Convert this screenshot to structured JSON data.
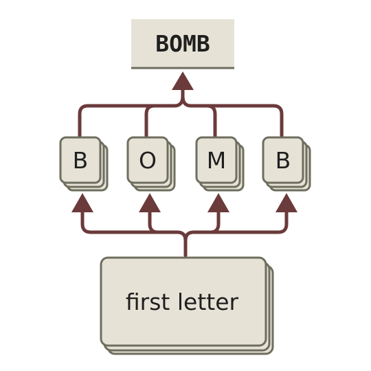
{
  "result": {
    "text": "BOMB"
  },
  "letters": [
    {
      "label": "B"
    },
    {
      "label": "O"
    },
    {
      "label": "M"
    },
    {
      "label": "B"
    }
  ],
  "source": {
    "label": "first letter"
  },
  "colors": {
    "wire": "#6b3a3a",
    "card_fill": "#e6e2d6",
    "card_stroke": "#6e6e5e",
    "text": "#1f1f1f"
  }
}
